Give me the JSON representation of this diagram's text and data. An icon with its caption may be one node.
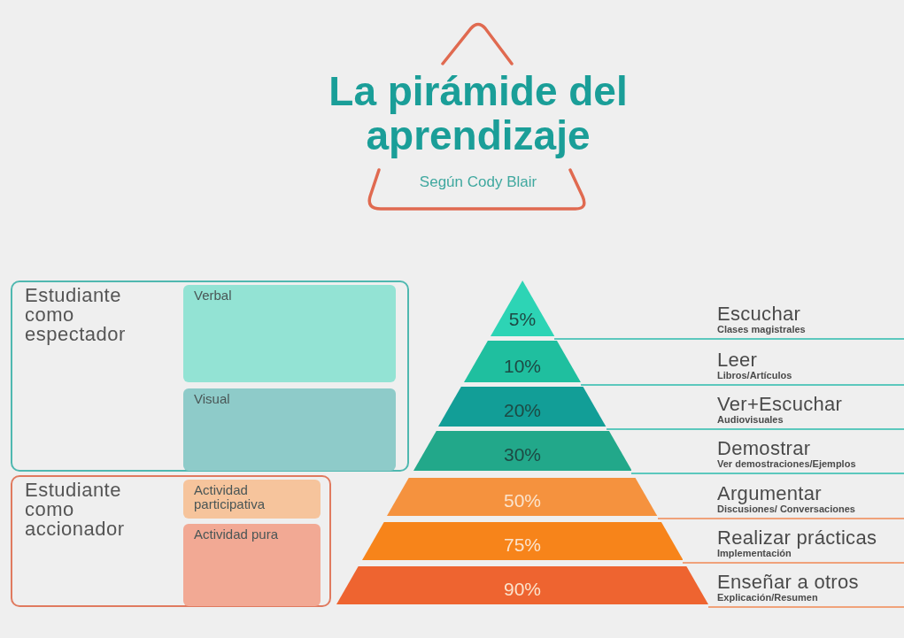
{
  "diagram": {
    "title": "La pirámide del aprendizaje",
    "nodes": [
      {
        "text": [
          "Estudiante como espectador"
        ]
      },
      {
        "text": [
          "Verbal"
        ],
        "in": 0
      },
      {
        "text": [
          "Visual"
        ],
        "in": 0
      },
      {
        "text": [
          "Estudiante como accionador"
        ]
      },
      {
        "text": [
          "Actividad participativa"
        ],
        "in": 3
      },
      {
        "text": [
          "Actividad pura"
        ],
        "in": 3
      },
      {
        "text": [
          "5%"
        ],
        "beside": [
          "Escuchar",
          "Clases magistrales"
        ]
      },
      {
        "text": [
          "10%"
        ],
        "beside": [
          "Leer",
          "Libros/Artículos"
        ]
      },
      {
        "text": [
          "20%"
        ],
        "beside": [
          "Ver+Escuchar",
          "Audiovisuales"
        ]
      },
      {
        "text": [
          "30%"
        ],
        "beside": [
          "Demostrar",
          "Ver demostraciones/Ejemplos"
        ]
      },
      {
        "text": [
          "50%"
        ],
        "beside": [
          "Argumentar",
          "Discusiones/ Conversaciones"
        ]
      },
      {
        "text": [
          "75%"
        ],
        "beside": [
          "Realizar prácticas",
          "Implementación"
        ]
      },
      {
        "text": [
          "90%"
        ],
        "beside": [
          "Enseñar a otros",
          "Explicación/Resumen"
        ]
      }
    ],
    "labels": [
      "Según Cody Blair"
    ]
  }
}
